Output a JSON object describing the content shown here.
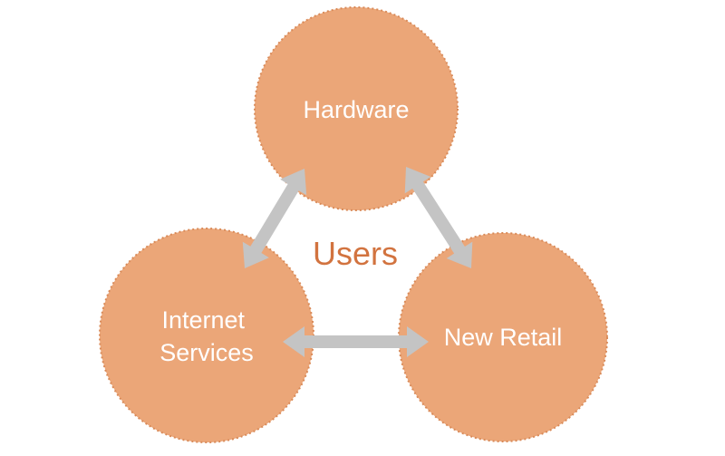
{
  "diagram": {
    "center_label": "Users",
    "nodes": {
      "hardware": {
        "label": "Hardware"
      },
      "internet_services": {
        "line1": "Internet",
        "line2": "Services"
      },
      "new_retail": {
        "label": "New Retail"
      }
    },
    "edges": [
      {
        "from": "hardware",
        "to": "internet_services",
        "direction": "both"
      },
      {
        "from": "hardware",
        "to": "new_retail",
        "direction": "both"
      },
      {
        "from": "internet_services",
        "to": "new_retail",
        "direction": "both"
      }
    ]
  },
  "colors": {
    "node_fill": "#eba678",
    "node_stroke": "#d98a58",
    "arrow": "#c4c4c4",
    "center_text": "#d2733f",
    "node_text": "#ffffff"
  }
}
